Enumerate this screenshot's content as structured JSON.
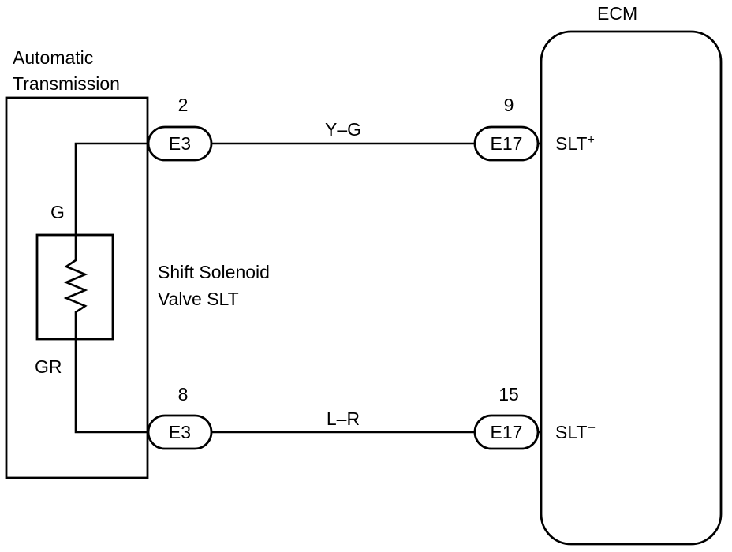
{
  "transmission": {
    "title_line1": "Automatic",
    "title_line2": "Transmission"
  },
  "ecm": {
    "title": "ECM",
    "terminal_top": "SLT",
    "terminal_top_sign": "+",
    "terminal_bottom": "SLT",
    "terminal_bottom_sign": "−"
  },
  "solenoid": {
    "label_line1": "Shift Solenoid",
    "label_line2": "Valve SLT",
    "wire_top": "G",
    "wire_bottom": "GR"
  },
  "circuits": [
    {
      "left_connector": "E3",
      "left_pin": "2",
      "wire_color": "Y–G",
      "right_connector": "E17",
      "right_pin": "9"
    },
    {
      "left_connector": "E3",
      "left_pin": "8",
      "wire_color": "L–R",
      "right_connector": "E17",
      "right_pin": "15"
    }
  ]
}
